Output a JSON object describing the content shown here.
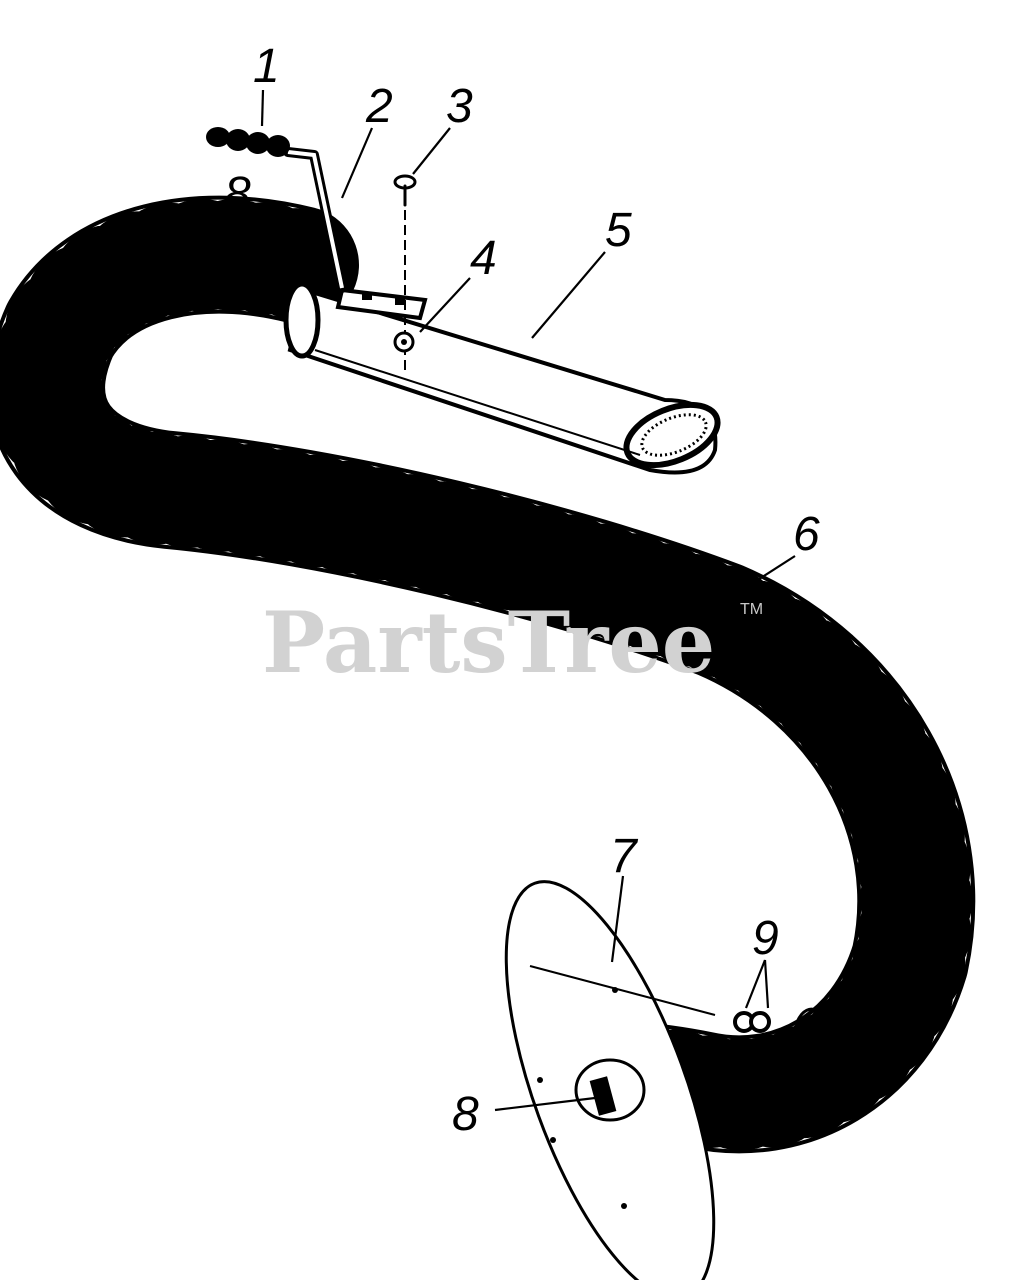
{
  "watermark": {
    "text": "PartsTree",
    "trademark": "TM"
  },
  "callouts": [
    {
      "id": "c1",
      "label": "1"
    },
    {
      "id": "c2",
      "label": "2"
    },
    {
      "id": "c3",
      "label": "3"
    },
    {
      "id": "c4",
      "label": "4"
    },
    {
      "id": "c5",
      "label": "5"
    },
    {
      "id": "c6",
      "label": "6"
    },
    {
      "id": "c7",
      "label": "7"
    },
    {
      "id": "c8a",
      "label": "8"
    },
    {
      "id": "c8b",
      "label": "8"
    },
    {
      "id": "c9",
      "label": "9"
    }
  ],
  "colors": {
    "ink": "#000000",
    "watermark": "#d2d2d2",
    "background": "#ffffff"
  }
}
